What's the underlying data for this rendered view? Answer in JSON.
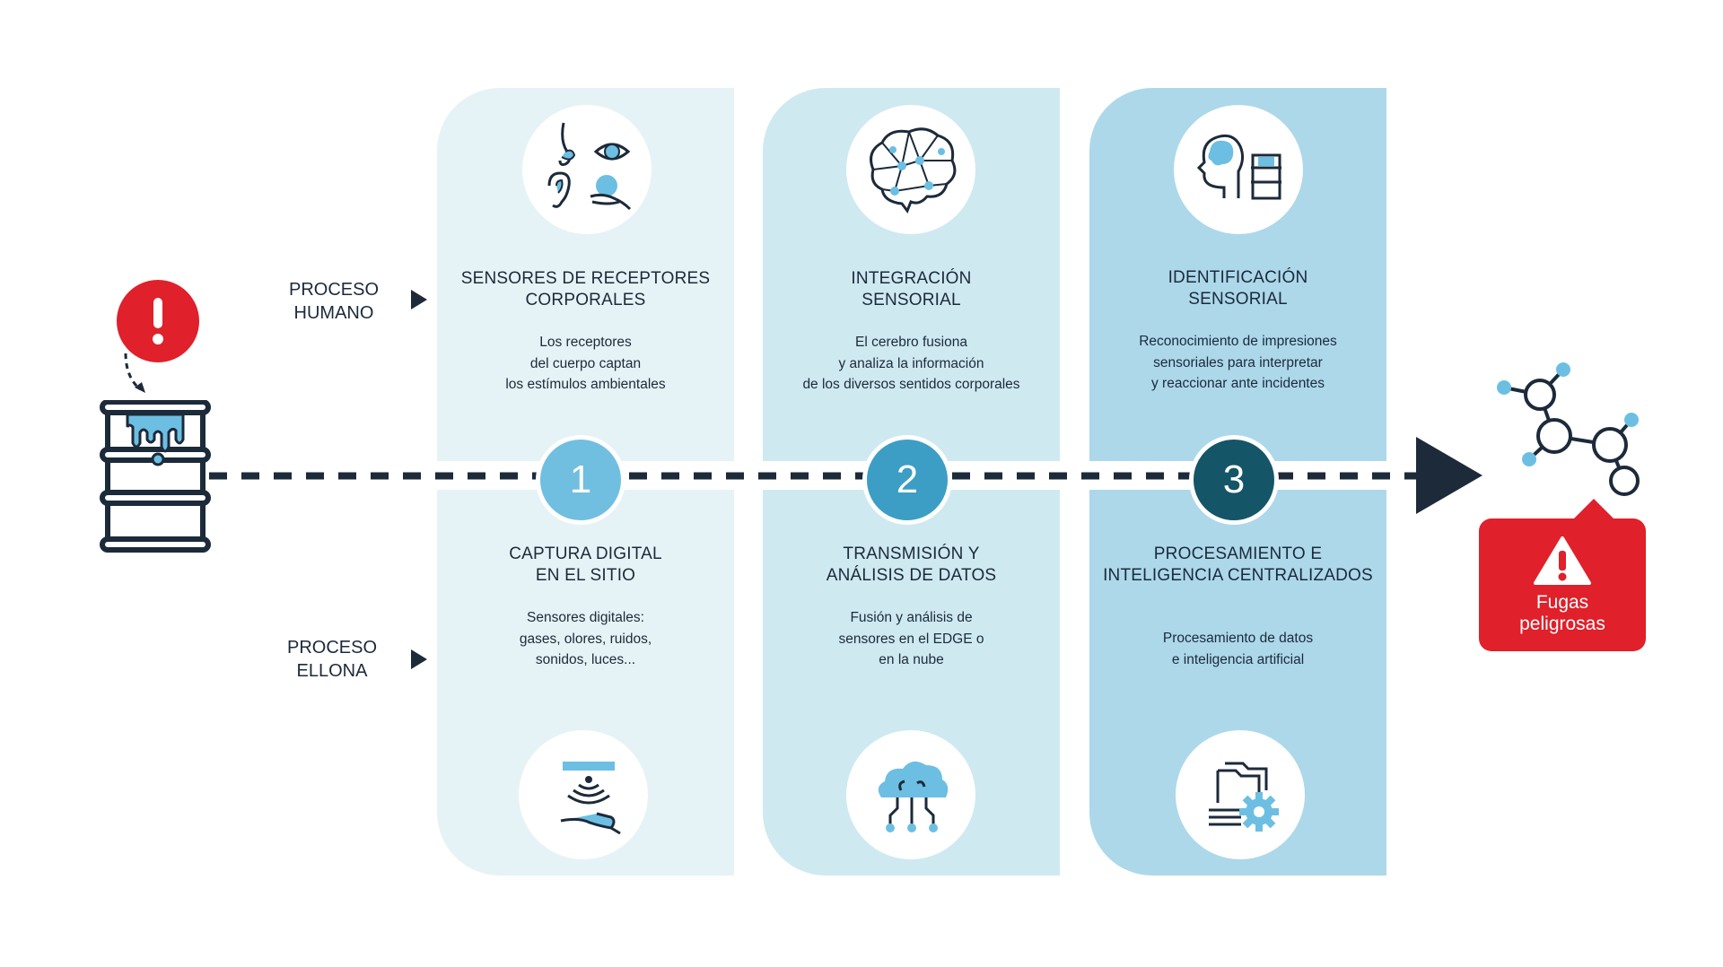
{
  "side_labels": {
    "human": {
      "line1": "PROCESO",
      "line2": "HUMANO"
    },
    "ellona": {
      "line1": "PROCESO",
      "line2": "ELLONA"
    }
  },
  "steps": [
    {
      "number": "1",
      "human_title": [
        "SENSORES DE RECEPTORES",
        "CORPORALES"
      ],
      "human_desc": [
        "Los receptores",
        "del cuerpo captan",
        "los estímulos ambientales"
      ],
      "ellona_title": [
        "CAPTURA DIGITAL",
        "EN EL SITIO"
      ],
      "ellona_desc": [
        "Sensores digitales:",
        "gases, olores, ruidos,",
        "sonidos, luces..."
      ],
      "human_icon": "senses-icon",
      "ellona_icon": "sensor-hand-icon"
    },
    {
      "number": "2",
      "human_title": [
        "INTEGRACIÓN",
        "SENSORIAL"
      ],
      "human_desc": [
        "El cerebro fusiona",
        "y analiza la información",
        "de los diversos sentidos corporales"
      ],
      "ellona_title": [
        "TRANSMISIÓN Y",
        "ANÁLISIS DE DATOS"
      ],
      "ellona_desc": [
        "Fusión y análisis de",
        "sensores en el EDGE o",
        "en la nube"
      ],
      "human_icon": "brain-network-icon",
      "ellona_icon": "cloud-network-icon"
    },
    {
      "number": "3",
      "human_title": [
        "IDENTIFICACIÓN",
        "SENSORIAL"
      ],
      "human_desc": [
        "Reconocimiento de impresiones",
        "sensoriales para interpretar",
        "y reaccionar ante incidentes"
      ],
      "ellona_title": [
        "PROCESAMIENTO E",
        "INTELIGENCIA CENTRALIZADOS"
      ],
      "ellona_desc": [
        "Procesamiento de datos",
        "e inteligencia artificial"
      ],
      "human_icon": "head-barrel-icon",
      "ellona_icon": "files-gear-icon"
    }
  ],
  "alert": {
    "line1": "Fugas",
    "line2": "peligrosas"
  },
  "colors": {
    "col1": "#e6f3f6",
    "col2": "#cfe9f1",
    "col3": "#acd8ea",
    "num1": "#71bfe0",
    "num2": "#3c9ec4",
    "num3": "#145567",
    "navy": "#1c2a3a",
    "red": "#e0202a",
    "accent": "#6cbfe2"
  }
}
